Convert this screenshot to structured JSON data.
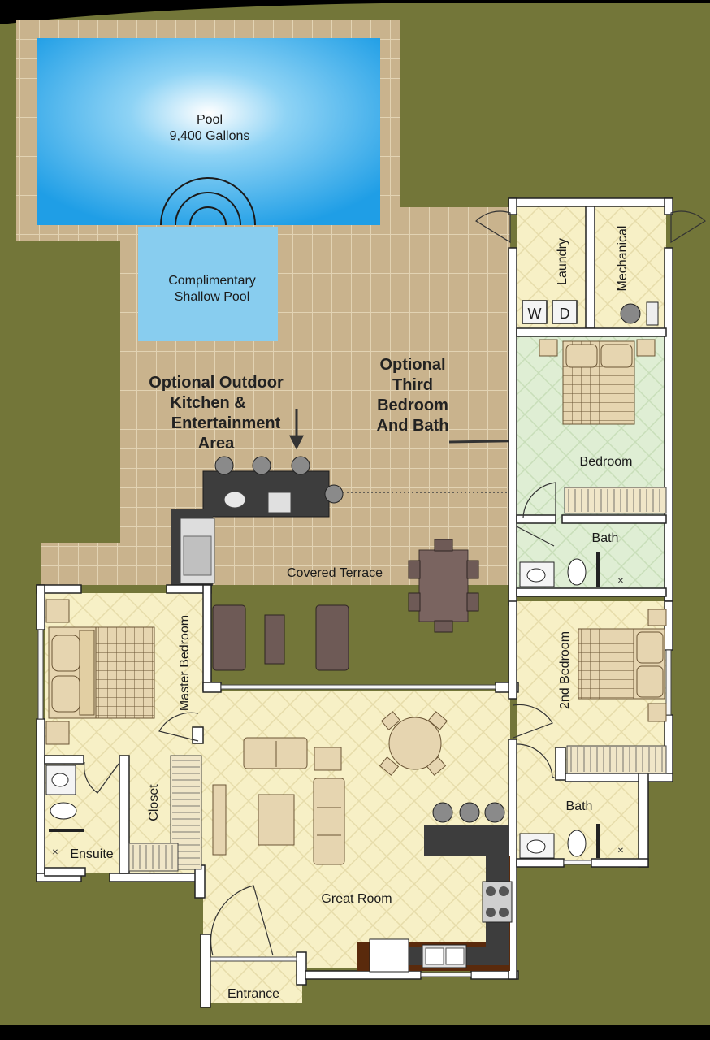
{
  "rooms": {
    "pool_title": "Pool",
    "pool_volume": "9,400 Gallons",
    "shallow_line1": "Complimentary",
    "shallow_line2": "Shallow Pool",
    "outdoor_l1": "Optional Outdoor",
    "outdoor_l2": "Kitchen &",
    "outdoor_l3": "Entertainment",
    "outdoor_l4": "Area",
    "third_l1": "Optional",
    "third_l2": "Third",
    "third_l3": "Bedroom",
    "third_l4": "And Bath",
    "laundry": "Laundry",
    "mechanical": "Mechanical",
    "washer": "W",
    "dryer": "D",
    "bedroom": "Bedroom",
    "bath_upper": "Bath",
    "covered_terrace": "Covered Terrace",
    "master_bedroom": "Master Bedroom",
    "second_bedroom": "2nd Bedroom",
    "closet": "Closet",
    "ensuite": "Ensuite",
    "bath_lower": "Bath",
    "great_room": "Great Room",
    "entrance": "Entrance"
  },
  "colors": {
    "lawn": "#737639",
    "deck": "#c9b38d",
    "pool": "#1f9ee6",
    "shallow": "#88cdef",
    "floor_interior": "#f7f0c6",
    "floor_green": "#dfeed4",
    "walls": "#ffffff",
    "counter": "#3d3d3d",
    "furniture": "#e6d5b0"
  }
}
